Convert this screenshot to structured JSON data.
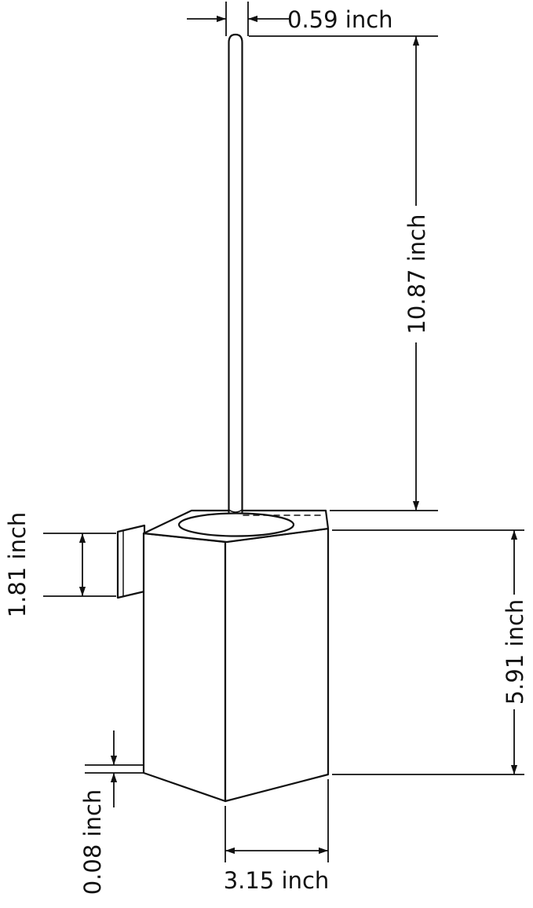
{
  "figure": {
    "type": "product-dimension-diagram",
    "subject": "wall-mounted brush holder with long handle"
  },
  "colors": {
    "line": "#111111",
    "background": "#ffffff"
  },
  "dimensions": {
    "handle_diameter": {
      "value": 0.59,
      "unit": "inch",
      "label": "0.59 inch"
    },
    "handle_length": {
      "value": 10.87,
      "unit": "inch",
      "label": "10.87 inch"
    },
    "mount_height": {
      "value": 1.81,
      "unit": "inch",
      "label": "1.81 inch"
    },
    "holder_height": {
      "value": 5.91,
      "unit": "inch",
      "label": "5.91 inch"
    },
    "bottom_thickness": {
      "value": 0.08,
      "unit": "inch",
      "label": "0.08 inch"
    },
    "holder_width": {
      "value": 3.15,
      "unit": "inch",
      "label": "3.15 inch"
    }
  }
}
